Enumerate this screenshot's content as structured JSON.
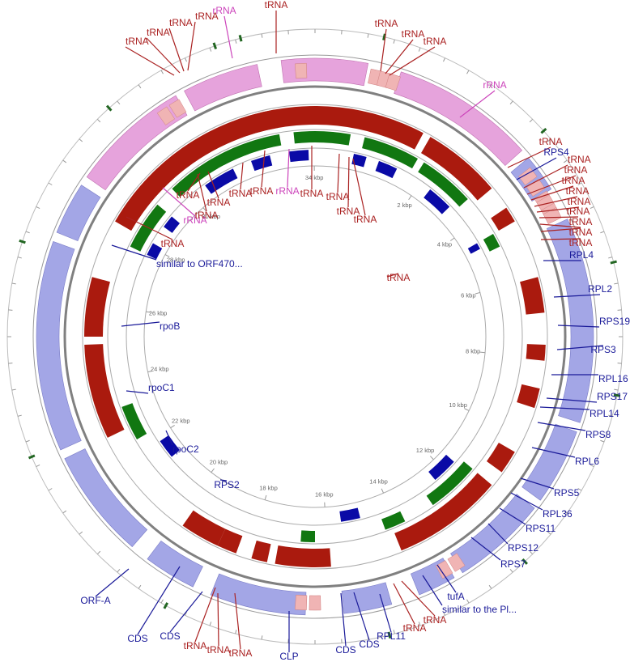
{
  "colors": {
    "rrna": "#cc44bb",
    "rrna_fill": "#e6a3dc",
    "trna": "#aa2222",
    "trna_fill": "#f0b4b4",
    "cds": "#1a1a99",
    "cds_fill": "#a3a6e6",
    "red_track": "#aa1a0e",
    "green_track": "#117711",
    "blue_track": "#0a0aa6",
    "backbone": "#808080"
  },
  "genome_kbp": 35.4,
  "kbp_labels": [
    "2 kbp",
    "4 kbp",
    "6 kbp",
    "8 kbp",
    "10 kbp",
    "12 kbp",
    "14 kbp",
    "16 kbp",
    "18 kbp",
    "20 kbp",
    "22 kbp",
    "24 kbp",
    "26 kbp",
    "28 kbp",
    "30 kbp",
    "34 kbp"
  ],
  "labels": [
    {
      "text": "tRNA",
      "type": "trna"
    },
    {
      "text": "tRNA",
      "type": "trna"
    },
    {
      "text": "tRNA",
      "type": "trna"
    },
    {
      "text": "tRNA",
      "type": "trna"
    },
    {
      "text": "rRNA",
      "type": "rrna"
    },
    {
      "text": "tRNA",
      "type": "trna"
    },
    {
      "text": "tRNA",
      "type": "trna"
    },
    {
      "text": "tRNA",
      "type": "trna"
    },
    {
      "text": "tRNA",
      "type": "trna"
    },
    {
      "text": "rRNA",
      "type": "rrna"
    },
    {
      "text": "tRNA",
      "type": "trna"
    },
    {
      "text": "RPS4",
      "type": "cds"
    },
    {
      "text": "tRNA",
      "type": "trna"
    },
    {
      "text": "tRNA",
      "type": "trna"
    },
    {
      "text": "tRNA",
      "type": "trna"
    },
    {
      "text": "tRNA",
      "type": "trna"
    },
    {
      "text": "tRNA",
      "type": "trna"
    },
    {
      "text": "tRNA",
      "type": "trna"
    },
    {
      "text": "tRNA",
      "type": "trna"
    },
    {
      "text": "tRNA",
      "type": "trna"
    },
    {
      "text": "tRNA",
      "type": "trna"
    },
    {
      "text": "RPL4",
      "type": "cds"
    },
    {
      "text": "tRNA",
      "type": "trna"
    },
    {
      "text": "RPL2",
      "type": "cds"
    },
    {
      "text": "RPS19",
      "type": "cds"
    },
    {
      "text": "RPS3",
      "type": "cds"
    },
    {
      "text": "RPL16",
      "type": "cds"
    },
    {
      "text": "RPS17",
      "type": "cds"
    },
    {
      "text": "RPL14",
      "type": "cds"
    },
    {
      "text": "RPS8",
      "type": "cds"
    },
    {
      "text": "RPL6",
      "type": "cds"
    },
    {
      "text": "RPS5",
      "type": "cds"
    },
    {
      "text": "RPL36",
      "type": "cds"
    },
    {
      "text": "RPS11",
      "type": "cds"
    },
    {
      "text": "RPS12",
      "type": "cds"
    },
    {
      "text": "RPS7",
      "type": "cds"
    },
    {
      "text": "tufA",
      "type": "cds"
    },
    {
      "text": "similar to the Pl...",
      "type": "cds"
    },
    {
      "text": "tRNA",
      "type": "trna"
    },
    {
      "text": "tRNA",
      "type": "trna"
    },
    {
      "text": "RPL11",
      "type": "cds"
    },
    {
      "text": "CDS",
      "type": "cds"
    },
    {
      "text": "CDS",
      "type": "cds"
    },
    {
      "text": "tRNA",
      "type": "trna"
    },
    {
      "text": "CLP",
      "type": "cds"
    },
    {
      "text": "tRNA",
      "type": "trna"
    },
    {
      "text": "CDS",
      "type": "cds"
    },
    {
      "text": "tRNA",
      "type": "trna"
    },
    {
      "text": "CDS",
      "type": "cds"
    },
    {
      "text": "ORF-A",
      "type": "cds"
    },
    {
      "text": "RPS2",
      "type": "cds"
    },
    {
      "text": "rpoC2",
      "type": "cds"
    },
    {
      "text": "rpoC1",
      "type": "cds"
    },
    {
      "text": "rpoB",
      "type": "cds"
    },
    {
      "text": "similar to ORF470...",
      "type": "cds"
    },
    {
      "text": "tRNA",
      "type": "trna"
    },
    {
      "text": "rRNA",
      "type": "rrna"
    },
    {
      "text": "tRNA",
      "type": "trna"
    },
    {
      "text": "tRNA",
      "type": "trna"
    },
    {
      "text": "tRNA",
      "type": "trna"
    },
    {
      "text": "tRNA",
      "type": "trna"
    },
    {
      "text": "tRNA",
      "type": "trna"
    },
    {
      "text": "rRNA",
      "type": "rrna"
    },
    {
      "text": "tRNA",
      "type": "trna"
    },
    {
      "text": "tRNA",
      "type": "trna"
    },
    {
      "text": "tRNA",
      "type": "trna"
    },
    {
      "text": "tRNA",
      "type": "trna"
    }
  ]
}
